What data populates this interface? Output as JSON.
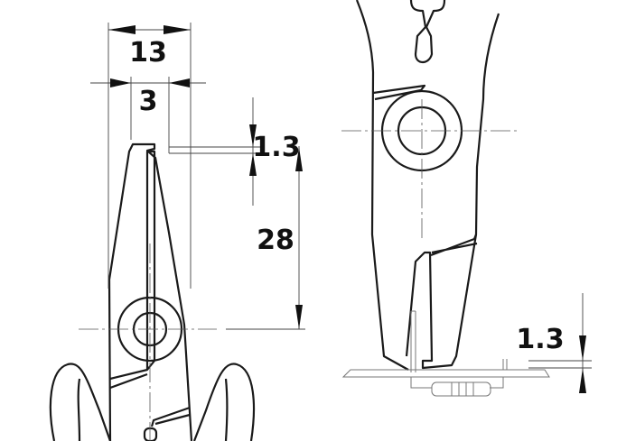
{
  "dimensions": {
    "tip_total_width": "13",
    "tip_width": "3",
    "tip_height": "1.3",
    "jaw_length": "28",
    "cut_flush_height": "1.3"
  }
}
